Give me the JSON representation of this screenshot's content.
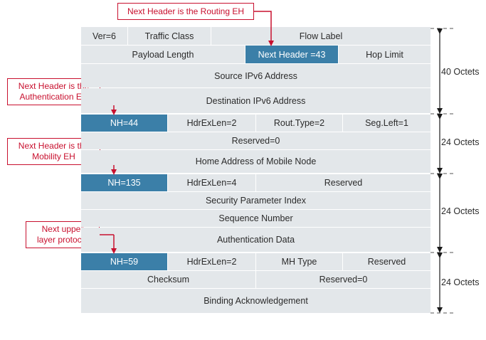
{
  "callouts": {
    "routing": "Next Header is the Routing EH",
    "authentication": "Next Header is the\nAuthentication EH",
    "mobility": "Next Header is the\nMobility EH",
    "upper_layer": "Next upper\nlayer protocol"
  },
  "ipv6_header": {
    "version": "Ver=6",
    "traffic_class": "Traffic Class",
    "flow_label": "Flow Label",
    "payload_length": "Payload Length",
    "next_header": "Next Header =43",
    "hop_limit": "Hop Limit",
    "source": "Source IPv6 Address",
    "destination": "Destination IPv6 Address",
    "size": "40 Octets"
  },
  "routing_eh": {
    "nh": "NH=44",
    "hdr_ext_len": "HdrExLen=2",
    "rout_type": "Rout.Type=2",
    "seg_left": "Seg.Left=1",
    "reserved": "Reserved=0",
    "home_address": "Home Address of Mobile Node",
    "size": "24 Octets"
  },
  "auth_eh": {
    "nh": "NH=135",
    "hdr_ext_len": "HdrExLen=4",
    "reserved": "Reserved",
    "spi": "Security Parameter Index",
    "sequence": "Sequence Number",
    "auth_data": "Authentication Data",
    "size": "24 Octets"
  },
  "mobility_eh": {
    "nh": "NH=59",
    "hdr_ext_len": "HdrExLen=2",
    "mh_type": "MH Type",
    "reserved": "Reserved",
    "checksum": "Checksum",
    "reserved0": "Reserved=0",
    "binding_ack": "Binding Acknowledgement",
    "size": "24 Octets"
  },
  "colors": {
    "cell": "#e3e7ea",
    "highlight": "#3b7fa8",
    "callout": "#c8102e"
  }
}
